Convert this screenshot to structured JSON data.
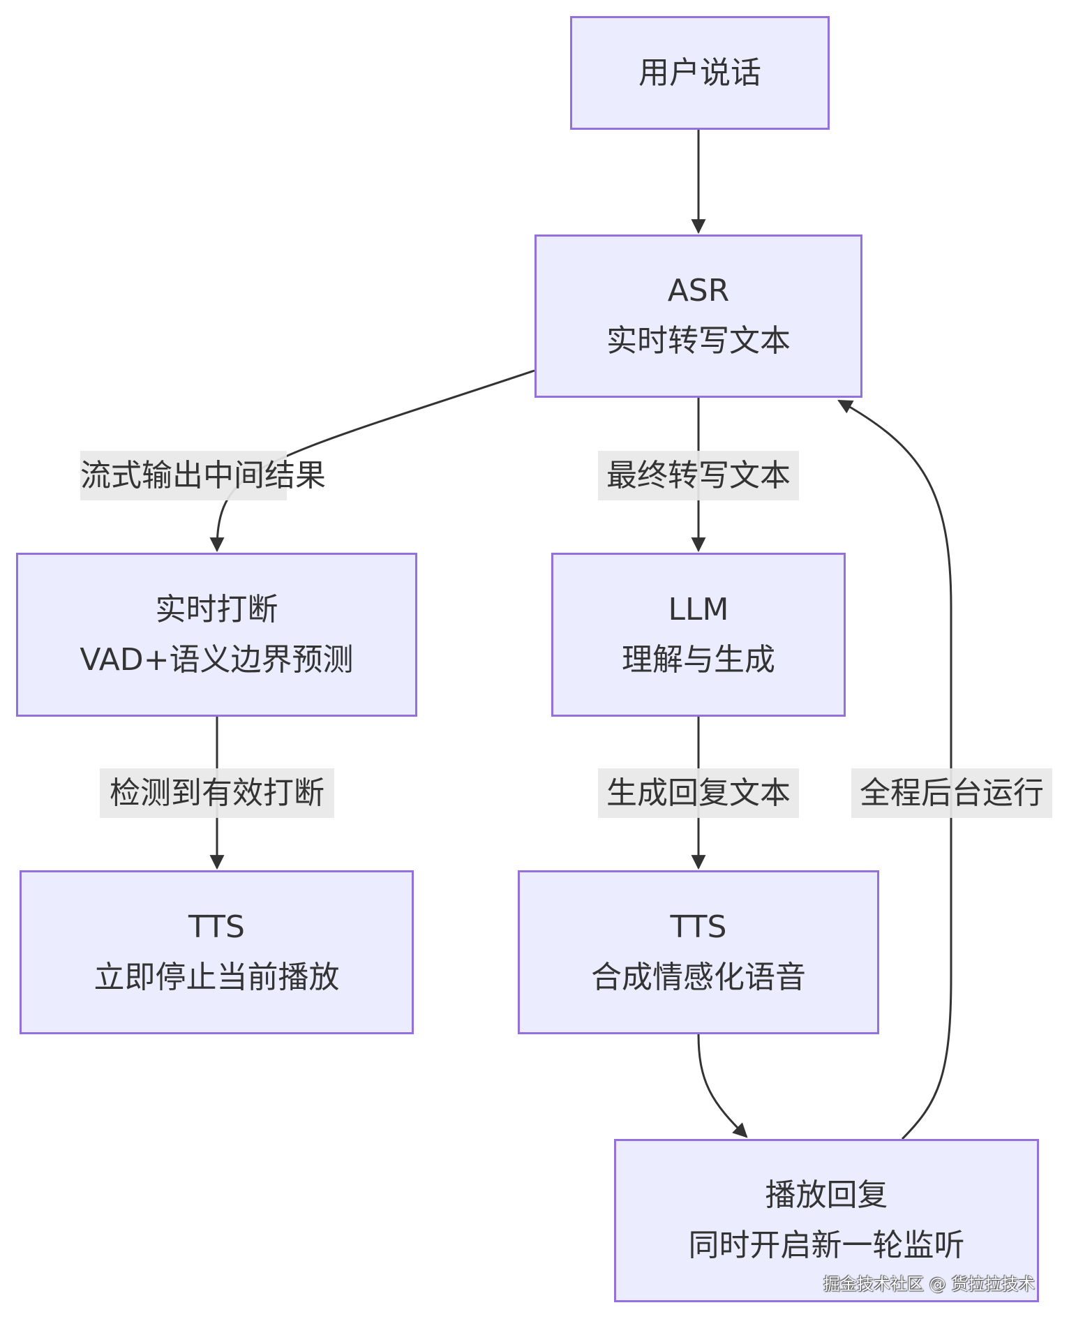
{
  "diagram": {
    "type": "flowchart",
    "direction": "top-down",
    "colors": {
      "node_fill": "#ECECFF",
      "node_border": "#9370DB",
      "edge": "#333333",
      "edge_label_bg": "#E8E8E8",
      "text": "#333333"
    },
    "nodes": {
      "user": {
        "lines": [
          "用户说话"
        ]
      },
      "asr": {
        "lines": [
          "ASR",
          "实时转写文本"
        ]
      },
      "interrupt": {
        "lines": [
          "实时打断",
          "VAD+语义边界预测"
        ]
      },
      "llm": {
        "lines": [
          "LLM",
          "理解与生成"
        ]
      },
      "tts_stop": {
        "lines": [
          "TTS",
          "立即停止当前播放"
        ]
      },
      "tts_synth": {
        "lines": [
          "TTS",
          "合成情感化语音"
        ]
      },
      "play": {
        "lines": [
          "播放回复",
          "同时开启新一轮监听"
        ]
      }
    },
    "edges": [
      {
        "from": "user",
        "to": "asr",
        "label": ""
      },
      {
        "from": "asr",
        "to": "interrupt",
        "label": "流式输出中间结果"
      },
      {
        "from": "asr",
        "to": "llm",
        "label": "最终转写文本"
      },
      {
        "from": "interrupt",
        "to": "tts_stop",
        "label": "检测到有效打断"
      },
      {
        "from": "llm",
        "to": "tts_synth",
        "label": "生成回复文本"
      },
      {
        "from": "tts_synth",
        "to": "play",
        "label": ""
      },
      {
        "from": "play",
        "to": "asr",
        "label": "全程后台运行"
      }
    ]
  },
  "watermark": "掘金技术社区 @ 货拉拉技术"
}
